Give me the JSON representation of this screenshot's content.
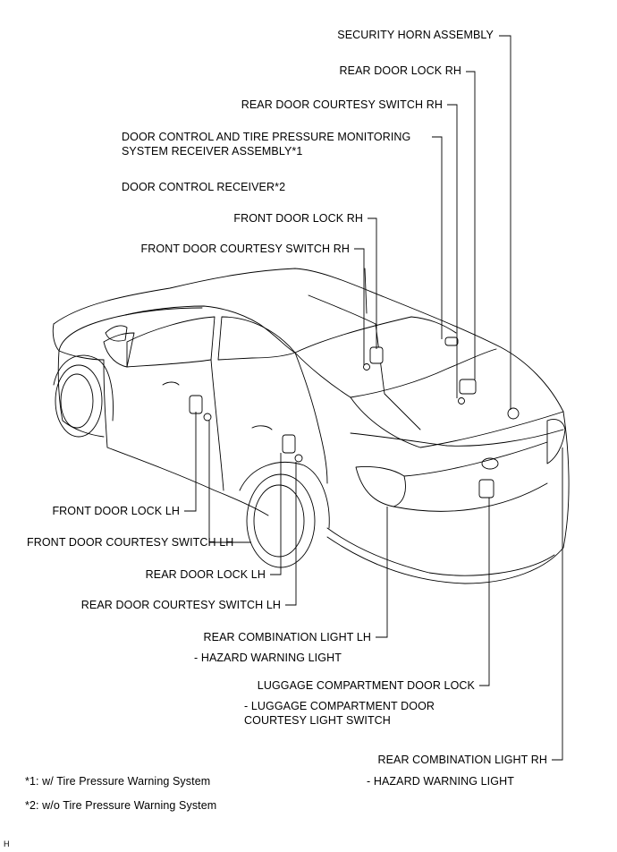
{
  "labels": {
    "security_horn_assembly": "SECURITY HORN ASSEMBLY",
    "rear_door_lock_rh": "REAR DOOR LOCK RH",
    "rear_door_courtesy_switch_rh": "REAR DOOR COURTESY SWITCH RH",
    "door_control_receiver_line1": "DOOR CONTROL AND TIRE PRESSURE MONITORING",
    "door_control_receiver_line2": "SYSTEM RECEIVER ASSEMBLY*1",
    "door_control_receiver_2": "DOOR CONTROL RECEIVER*2",
    "front_door_lock_rh": "FRONT DOOR LOCK RH",
    "front_door_courtesy_switch_rh": "FRONT DOOR COURTESY SWITCH RH",
    "front_door_lock_lh": "FRONT DOOR LOCK LH",
    "front_door_courtesy_switch_lh": "FRONT DOOR COURTESY SWITCH LH",
    "rear_door_lock_lh": "REAR DOOR LOCK LH",
    "rear_door_courtesy_switch_lh": "REAR DOOR COURTESY SWITCH LH",
    "rear_combination_light_lh": "REAR COMBINATION LIGHT LH",
    "rear_combination_light_lh_sub": "- HAZARD WARNING LIGHT",
    "luggage_compartment_door_lock": "LUGGAGE COMPARTMENT DOOR LOCK",
    "luggage_sub_line1": "- LUGGAGE COMPARTMENT DOOR",
    "luggage_sub_line2": "COURTESY LIGHT SWITCH",
    "rear_combination_light_rh": "REAR COMBINATION LIGHT RH",
    "rear_combination_light_rh_sub": "- HAZARD WARNING LIGHT"
  },
  "footnotes": {
    "note1": "*1: w/ Tire Pressure Warning System",
    "note2": "*2: w/o Tire Pressure Warning System"
  },
  "corner_mark": "H"
}
